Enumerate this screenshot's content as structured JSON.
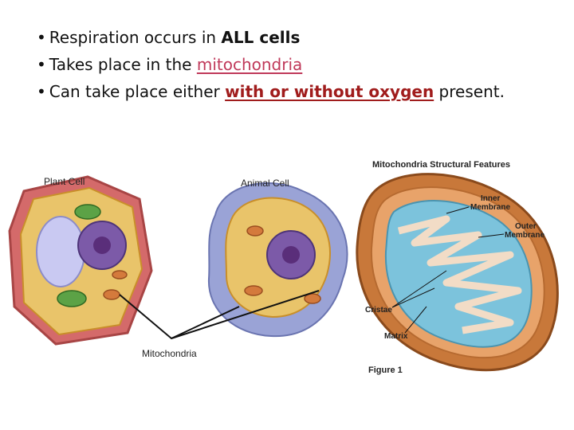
{
  "bullets": [
    {
      "prefix": "Respiration occurs in ",
      "emph": "ALL cells",
      "suffix": ""
    },
    {
      "prefix": "Takes place in the ",
      "emph": "mitochondria",
      "suffix": ""
    },
    {
      "prefix": "Can take place either ",
      "emph": "with or without oxygen",
      "suffix": " present."
    }
  ],
  "bullet_glyph": "•",
  "figure": {
    "plant_cell_label": "Plant Cell",
    "animal_cell_label": "Animal Cell",
    "mitochondria_label": "Mitochondria",
    "structural_title": "Mitochondria Structural Features",
    "inner_membrane": [
      "Inner",
      "Membrane"
    ],
    "outer_membrane": [
      "Outer",
      "Membrane"
    ],
    "cristae": "Cristae",
    "matrix": "Matrix",
    "caption": "Figure 1"
  },
  "colors": {
    "mitochondria_link": "#c0395a",
    "oxygen_emphasis": "#a01c1c",
    "plant_wall": "#d46a6a",
    "animal_membrane": "#9aa3d6",
    "mito_outer": "#c8783a",
    "mito_matrix": "#7cc3dc"
  }
}
